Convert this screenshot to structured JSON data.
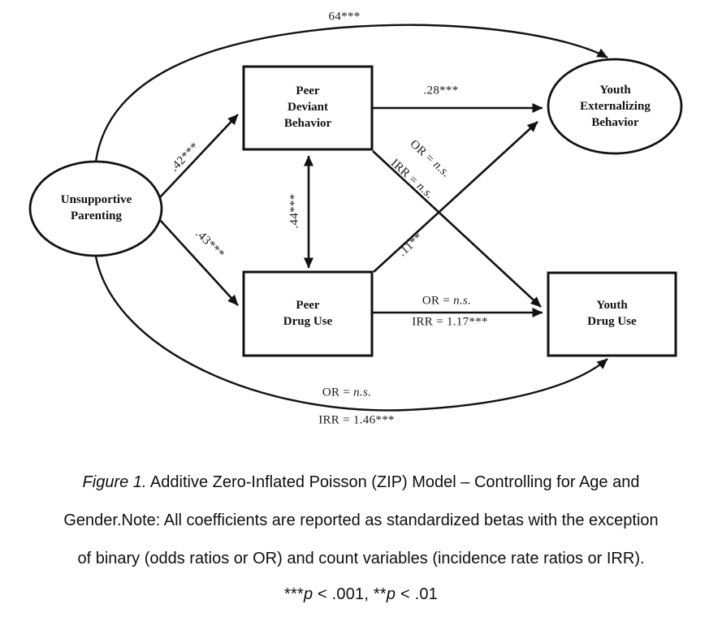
{
  "figure": {
    "nodes": {
      "unsupportive_parenting": "Unsupportive\nParenting",
      "peer_deviant_behavior": "Peer\nDeviant\nBehavior",
      "peer_drug_use": "Peer\nDrug Use",
      "youth_externalizing_behavior": "Youth\nExternalizing\nBehavior",
      "youth_drug_use": "Youth\nDrug Use"
    },
    "edges": {
      "parenting_to_externalizing": "64***",
      "parenting_to_peer_deviant": ".42***",
      "parenting_to_peer_drug": ".43***",
      "peer_covariance": ".44***",
      "deviant_to_externalizing": ".28***",
      "deviant_to_youthdrug_or_prefix": "OR = ",
      "deviant_to_youthdrug_or_ns": "n.s.",
      "deviant_to_youthdrug_irr_prefix": "IRR = ",
      "deviant_to_youthdrug_irr_ns": "n.s.",
      "peerdrug_to_externalizing": ".11**",
      "peerdrug_to_youthdrug_or_prefix": "OR = ",
      "peerdrug_to_youthdrug_or_ns": "n.s.",
      "peerdrug_to_youthdrug_irr": "IRR = 1.17***",
      "parenting_to_youthdrug_or_prefix": "OR = ",
      "parenting_to_youthdrug_or_ns": "n.s.",
      "parenting_to_youthdrug_irr": "IRR = 1.46***"
    }
  },
  "caption": {
    "figure_label": "Figure 1.",
    "line1_rest": " Additive Zero-Inflated Poisson (ZIP) Model – Controlling for Age and",
    "line2": "Gender.Note: All coefficients are reported as standardized betas with the exception",
    "line3": "of binary (odds ratios or OR) and count variables (incidence rate ratios or IRR).",
    "sig_stars1": "***",
    "sig_p1": "p",
    "sig_t1": " < .001, ",
    "sig_stars2": "**",
    "sig_p2": "p",
    "sig_t2": " < .01"
  },
  "colors": {
    "ink": "#121212",
    "background": "#ffffff"
  }
}
